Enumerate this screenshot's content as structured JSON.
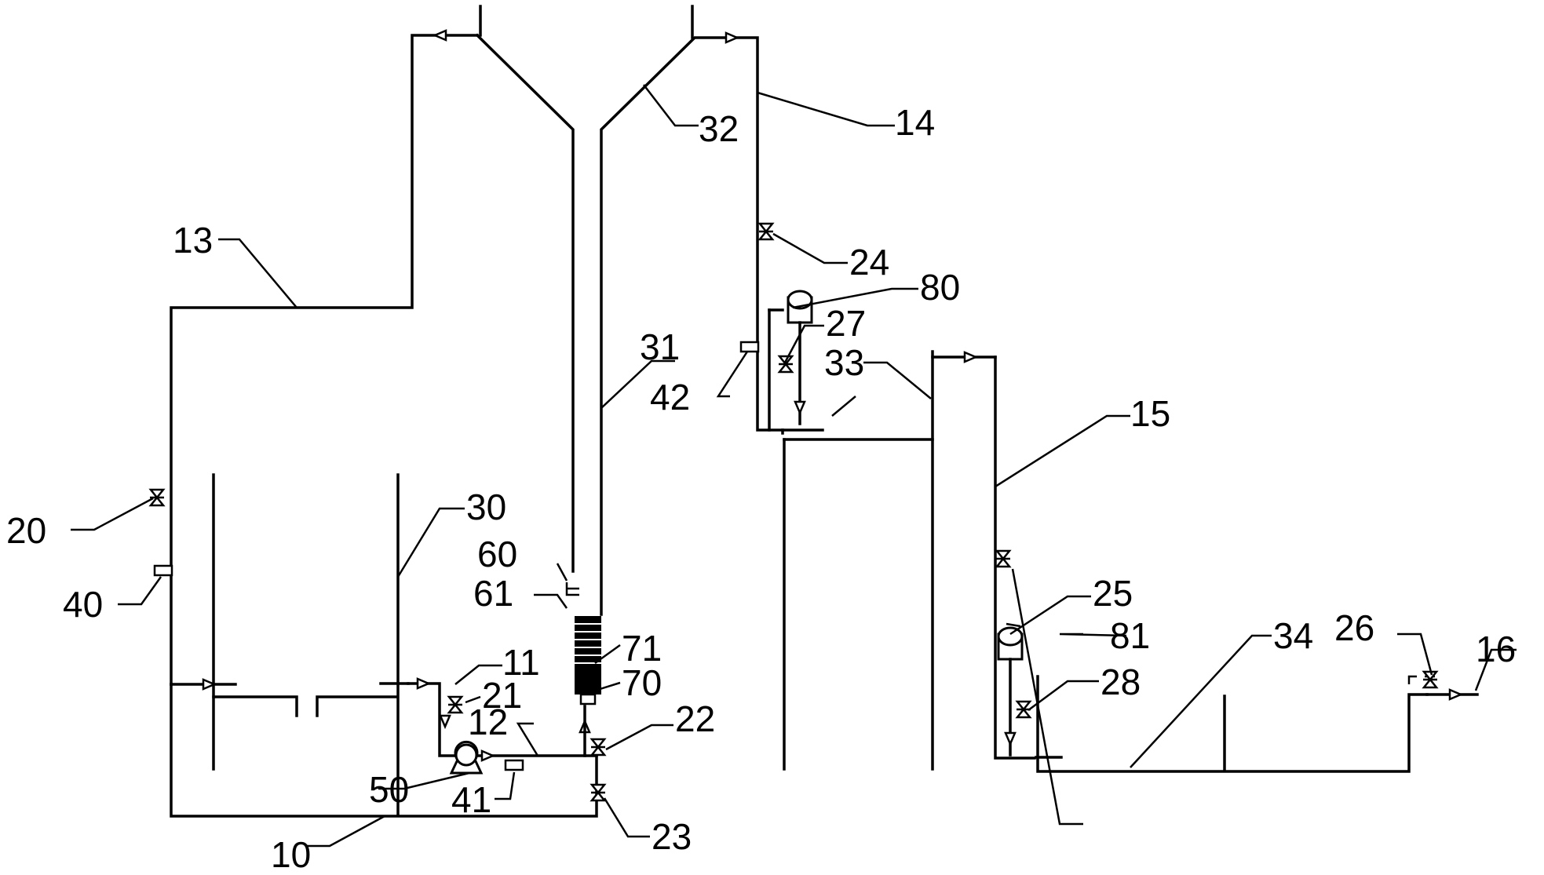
{
  "labels": {
    "l10": "10",
    "l11": "11",
    "l12": "12",
    "l13": "13",
    "l14": "14",
    "l15": "15",
    "l16": "16",
    "l20": "20",
    "l21": "21",
    "l22": "22",
    "l23": "23",
    "l24": "24",
    "l25": "25",
    "l26": "26",
    "l27": "27",
    "l28": "28",
    "l30": "30",
    "l31": "31",
    "l32": "32",
    "l33": "33",
    "l34": "34",
    "l40": "40",
    "l41": "41",
    "l42": "42",
    "l50": "50",
    "l60": "60",
    "l61": "61",
    "l70": "70",
    "l71": "71",
    "l80": "80",
    "l81": "81"
  },
  "icons": {
    "valve": "valve-icon",
    "flow_arrow": "flow-arrow-icon",
    "flowmeter": "flowmeter-icon",
    "pump": "pump-icon",
    "dosing_tank": "dosing-tank-icon",
    "aerator": "aerator-stack-icon"
  },
  "colors": {
    "line": "#000000",
    "background": "#ffffff"
  }
}
